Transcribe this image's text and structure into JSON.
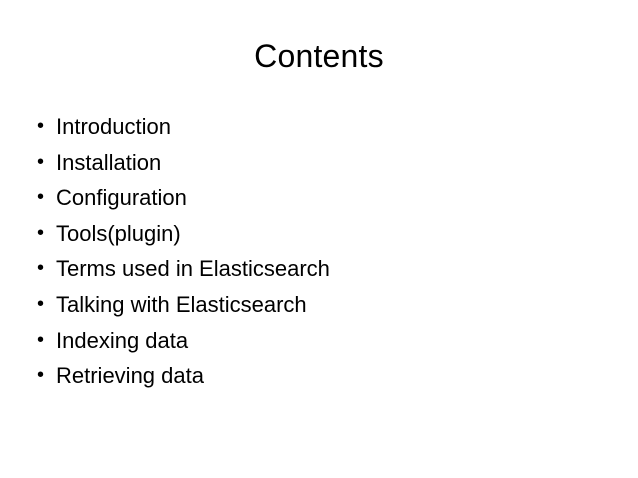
{
  "slide": {
    "title": "Contents",
    "background_color": "#ffffff",
    "text_color": "#000000",
    "bullet_glyph": "•",
    "items": [
      {
        "label": "Introduction"
      },
      {
        "label": "Installation"
      },
      {
        "label": "Configuration"
      },
      {
        "label": "Tools(plugin)"
      },
      {
        "label": "Terms used in Elasticsearch"
      },
      {
        "label": "Talking with Elasticsearch"
      },
      {
        "label": "Indexing data"
      },
      {
        "label": "Retrieving data"
      }
    ]
  }
}
